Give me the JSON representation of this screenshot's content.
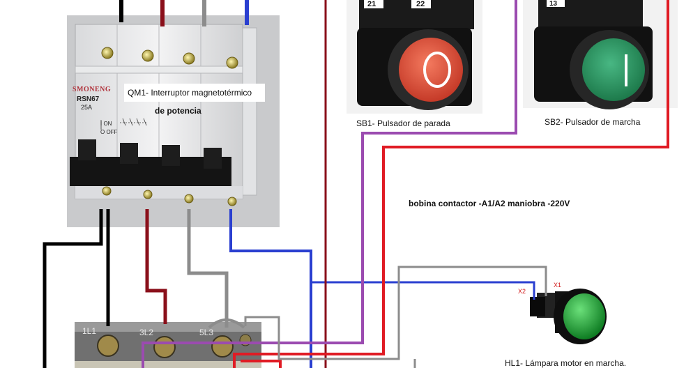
{
  "breaker": {
    "label_line1": "QM1- Interruptor magnetotérmico",
    "label_line2": "de potencia",
    "brand": "SMONENG",
    "model": "RSN67",
    "rating": "25A",
    "switch_on": "I ON",
    "switch_off": "O OFF"
  },
  "stop_button": {
    "caption": "SB1- Pulsador de parada",
    "terminal_left": "21",
    "terminal_right": "22",
    "symbol": "O",
    "color": "#e5533f"
  },
  "start_button": {
    "caption": "SB2- Pulsador de marcha",
    "terminal_left": "13",
    "symbol": "I",
    "color": "#2e9a63"
  },
  "coil_note": "bobina contactor -A1/A2  maniobra -220V",
  "lamp": {
    "caption": "HL1- Lámpara motor en marcha.",
    "terminal_x1": "X1",
    "terminal_x2": "X2",
    "color": "#1fa53b"
  },
  "contactor": {
    "terminal_1": "1L1",
    "terminal_3": "3L2",
    "terminal_5": "5L3"
  },
  "wire_colors": {
    "black": "#000000",
    "brown": "#8a0f1a",
    "grey": "#8c8c8c",
    "blue": "#2a3fd0",
    "violet": "#9b4bb0",
    "red": "#e01b24"
  }
}
